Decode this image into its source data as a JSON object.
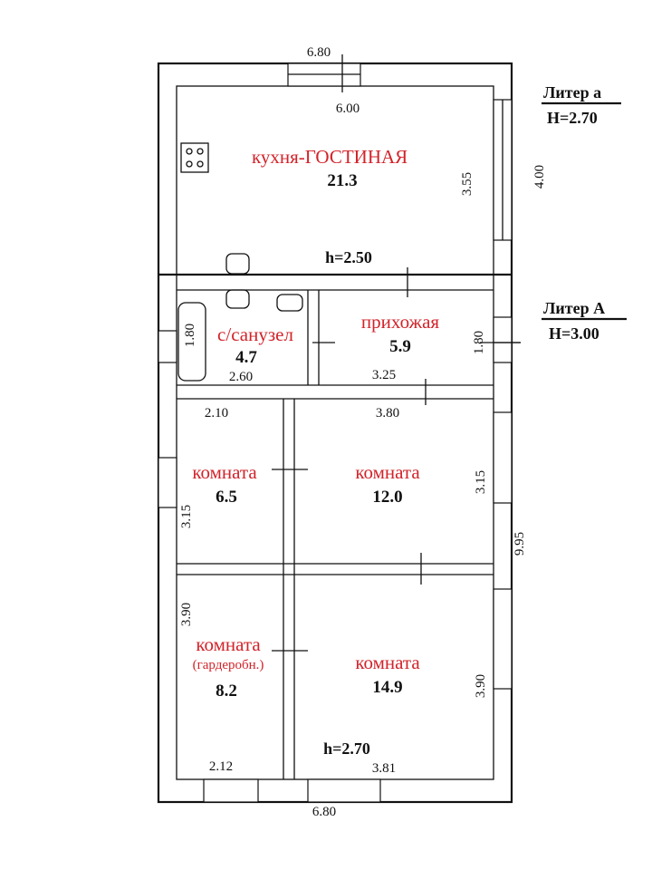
{
  "rooms": {
    "kitchen": {
      "name_lower": "кухня-",
      "name_upper": "ГОСТИНАЯ",
      "area": "21.3"
    },
    "bathroom": {
      "name": "с/санузел",
      "area": "4.7"
    },
    "hallway": {
      "name": "прихожая",
      "area": "5.9"
    },
    "room_small": {
      "name": "комната",
      "area": "6.5"
    },
    "room_mid": {
      "name": "комната",
      "area": "12.0"
    },
    "room_wardrobe": {
      "name": "комната",
      "sub": "(гардеробн.)",
      "area": "8.2"
    },
    "room_large": {
      "name": "комната",
      "area": "14.9"
    }
  },
  "dimensions": {
    "top_outer": "6.80",
    "top_inner": "6.00",
    "kitchen_height": "3.55",
    "annex_outer": "4.00",
    "bath_tub": "1.80",
    "bath_width": "2.60",
    "hall_width": "3.25",
    "hall_height": "1.80",
    "small_room_width": "2.10",
    "mid_room_width": "3.80",
    "mid_room_height": "3.15",
    "small_room_height": "3.15",
    "main_outer": "9.95",
    "wardrobe_height": "3.90",
    "large_room_height": "3.90",
    "wardrobe_width": "2.12",
    "large_room_width": "3.81",
    "bottom_outer": "6.80"
  },
  "heights": {
    "annex_ceiling": "h=2.50",
    "main_ceiling": "h=2.70"
  },
  "liters": {
    "annex": {
      "name": "Литер а",
      "height": "H=2.70"
    },
    "main": {
      "name": "Литер А",
      "height": "H=3.00"
    }
  }
}
